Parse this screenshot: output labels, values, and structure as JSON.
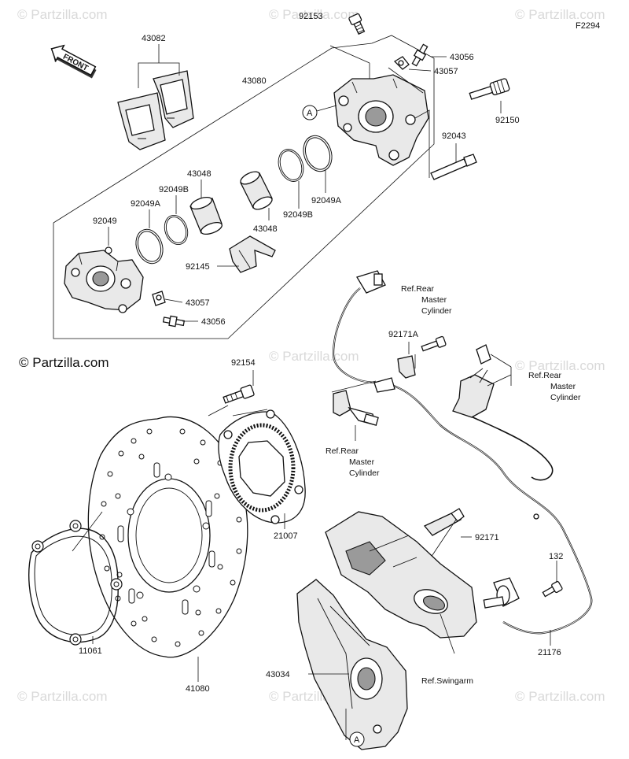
{
  "figure_code": "F2294",
  "copyright": "© Partzilla.com",
  "watermark": "© Partzilla.com",
  "front_label": "FRONT",
  "callout_a": "A",
  "labels": {
    "p43082": "43082",
    "p43080": "43080",
    "p92153": "92153",
    "p43056_top": "43056",
    "p43057_top": "43057",
    "p92150": "92150",
    "p92043": "92043",
    "p43048_a": "43048",
    "p92049B_a": "92049B",
    "p92049A_a": "92049A",
    "p92049": "92049",
    "p43048_b": "43048",
    "p92049B_b": "92049B",
    "p92049A_b": "92049A",
    "p92145": "92145",
    "p43057_bot": "43057",
    "p43056_bot": "43056",
    "p92154": "92154",
    "p21007": "21007",
    "p41080": "41080",
    "p11061": "11061",
    "p92171A": "92171A",
    "p92171": "92171",
    "p132": "132",
    "p21176": "21176",
    "p43034": "43034"
  },
  "refs": {
    "rear_master_1": [
      "Ref.Rear",
      "Master",
      "Cylinder"
    ],
    "rear_master_2": [
      "Ref.Rear",
      "Master",
      "Cylinder"
    ],
    "rear_master_3": [
      "Ref.Rear",
      "Master",
      "Cylinder"
    ],
    "swingarm": "Ref.Swingarm"
  }
}
